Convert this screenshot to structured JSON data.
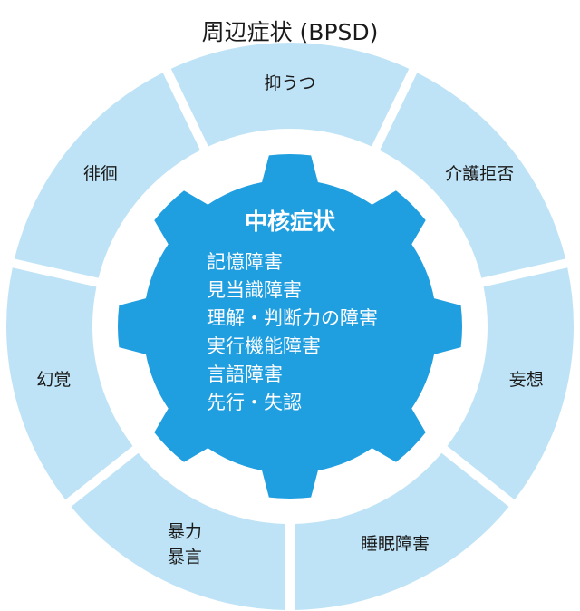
{
  "title": "周辺症状 (BPSD)",
  "colors": {
    "segment_fill": "#bfe3f6",
    "gear_fill": "#1f9ee0",
    "text_dark": "#1a1a1a",
    "text_light": "#ffffff"
  },
  "segments": [
    {
      "name": "segment-depression",
      "lines": [
        "抑うつ"
      ]
    },
    {
      "name": "segment-care-refusal",
      "lines": [
        "介護拒否"
      ]
    },
    {
      "name": "segment-delusion",
      "lines": [
        "妄想"
      ]
    },
    {
      "name": "segment-sleep-disorder",
      "lines": [
        "睡眠障害"
      ]
    },
    {
      "name": "segment-violence",
      "lines": [
        "暴力",
        "暴言"
      ]
    },
    {
      "name": "segment-hallucination",
      "lines": [
        "幻覚"
      ]
    },
    {
      "name": "segment-wandering",
      "lines": [
        "徘徊"
      ]
    }
  ],
  "core": {
    "title": "中核症状",
    "items": [
      "記憶障害",
      "見当識障害",
      "理解・判断力の障害",
      "実行機能障害",
      "言語障害",
      "先行・失認"
    ]
  }
}
